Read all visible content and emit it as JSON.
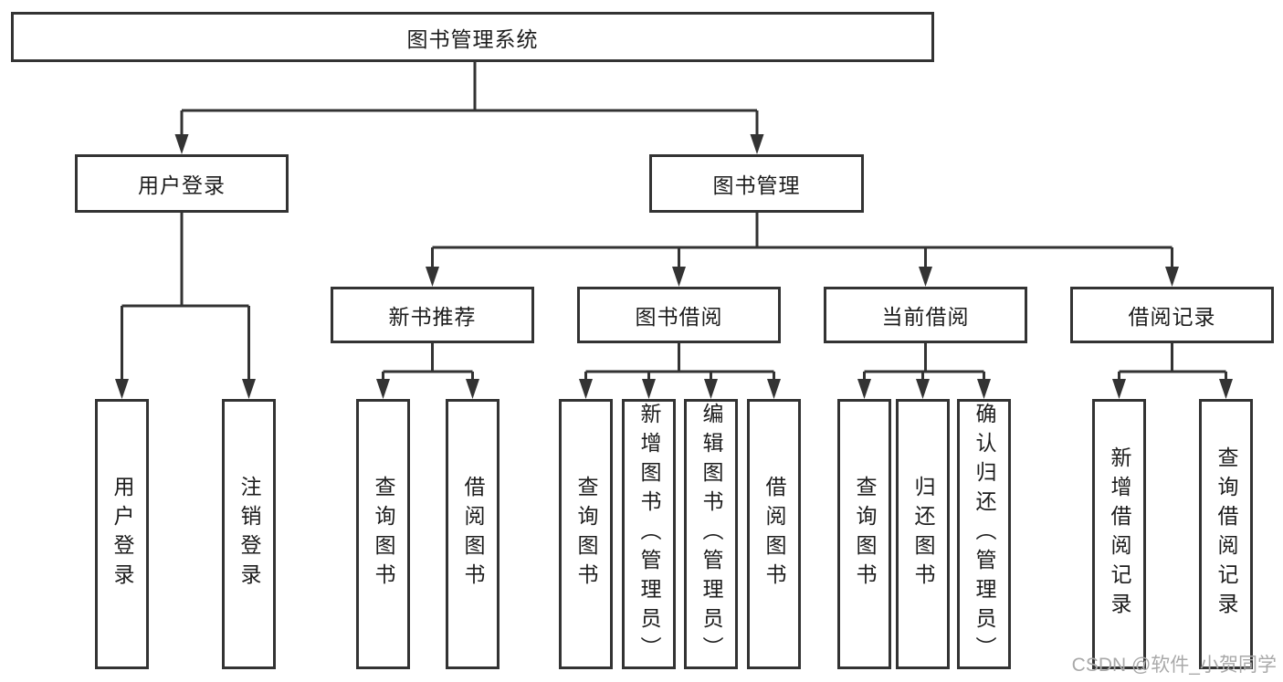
{
  "tree": {
    "label": "图书管理系统",
    "children": [
      {
        "label": "用户登录",
        "children": [
          {
            "label": "用户登录"
          },
          {
            "label": "注销登录"
          }
        ]
      },
      {
        "label": "图书管理",
        "children": [
          {
            "label": "新书推荐",
            "children": [
              {
                "label": "查询图书"
              },
              {
                "label": "借阅图书"
              }
            ]
          },
          {
            "label": "图书借阅",
            "children": [
              {
                "label": "查询图书"
              },
              {
                "label": "新增图书（管理员）"
              },
              {
                "label": "编辑图书（管理员）"
              },
              {
                "label": "借阅图书"
              }
            ]
          },
          {
            "label": "当前借阅",
            "children": [
              {
                "label": "查询图书"
              },
              {
                "label": "归还图书"
              },
              {
                "label": "确认归还（管理员）"
              }
            ]
          },
          {
            "label": "借阅记录",
            "children": [
              {
                "label": "新增借阅记录"
              },
              {
                "label": "查询借阅记录"
              }
            ]
          }
        ]
      }
    ]
  },
  "watermark": "CSDN @软件_小贺同学",
  "colors": {
    "line": "#333333",
    "text": "#1c1c1c",
    "watermark": "#a9a9a9"
  }
}
